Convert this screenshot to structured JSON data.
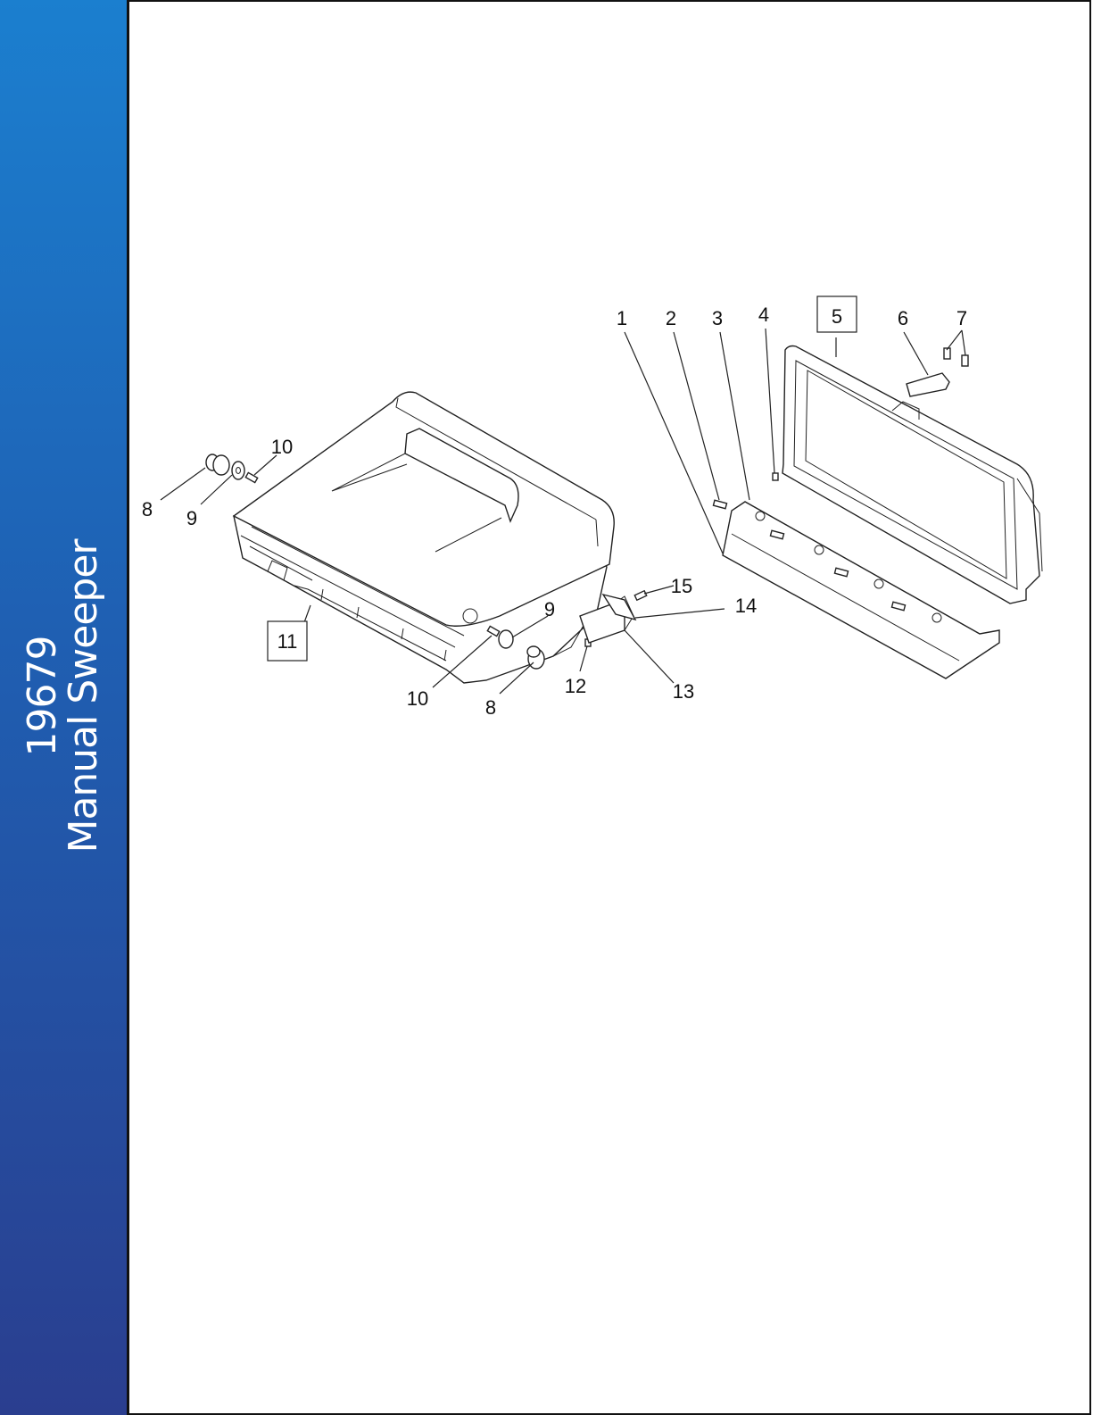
{
  "sidebar": {
    "line1": "19679",
    "line2": "Manual Sweeper"
  },
  "callouts": {
    "c1": "1",
    "c2": "2",
    "c3": "3",
    "c4": "4",
    "c5": "5",
    "c6": "6",
    "c7": "7",
    "c8a": "8",
    "c8b": "8",
    "c9a": "9",
    "c9b": "9",
    "c10a": "10",
    "c10b": "10",
    "c11": "11",
    "c12": "12",
    "c13": "13",
    "c14": "14",
    "c15": "15"
  },
  "boxed_callouts": [
    "5",
    "11"
  ]
}
